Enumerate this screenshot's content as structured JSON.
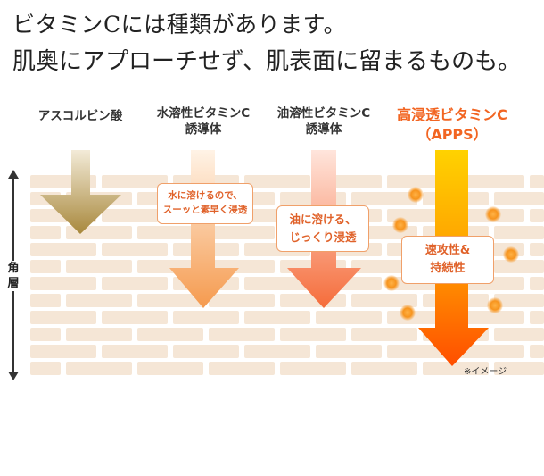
{
  "heading": {
    "line1": "ビタミンCには種類があります。",
    "line2": "肌奥にアプローチせず、肌表面に留まるものも。"
  },
  "columns": [
    {
      "label": "アスコルビン酸",
      "arrow": "brown-arrow"
    },
    {
      "label": "水溶性ビタミンC\n誘導体",
      "arrow": "light-orange-arrow",
      "callout": "水に溶けるので、\nスーッと素早く浸透"
    },
    {
      "label": "油溶性ビタミンC\n誘導体",
      "arrow": "orange-arrow",
      "callout": "油に溶ける、\nじっくり浸透"
    },
    {
      "label": "高浸透ビタミンC\n（APPS）",
      "arrow": "deep-orange-arrow",
      "callout": "速攻性&\n持続性"
    }
  ],
  "axis": {
    "label": "角\n層"
  },
  "note": "※イメージ",
  "colors": {
    "brick": "#f5e6d6",
    "accent": "#f26522",
    "callout_border": "#f0a06a"
  }
}
